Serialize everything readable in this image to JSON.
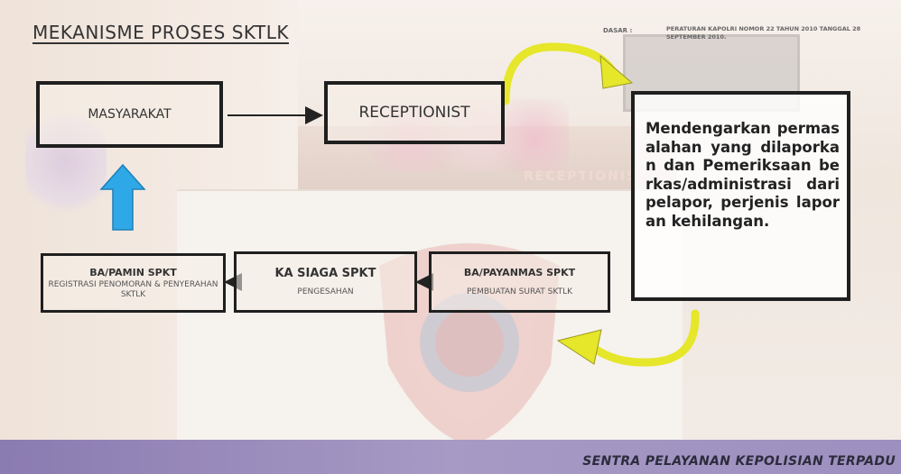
{
  "slide": {
    "title": "MEKANISME PROSES SKTLK",
    "dasar_label": "DASAR :",
    "dasar_text": "PERATURAN KAPOLRI NOMOR 22 TAHUN 2010 TANGGAL 28 SEPTEMBER 2010.",
    "footer": "SENTRA PELAYANAN KEPOLISIAN TERPADU",
    "background_sign": "RECEPTIONIST"
  },
  "flow": {
    "masyarakat": "MASYARAKAT",
    "receptionist": "RECEPTIONIST",
    "info_text": "Mendengarkan permasalahan yang dilaporkan dan Pemeriksaan berkas/administrasi dari pelapor, perjenis laporan kehilangan.",
    "ba_payanmas": {
      "title": "BA/PAYANMAS SPKT",
      "sub": "PEMBUATAN SURAT SKTLK"
    },
    "ka_siaga": {
      "title": "KA SIAGA SPKT",
      "sub": "PENGESAHAN"
    },
    "ba_pamin": {
      "title": "BA/PAMIN SPKT",
      "sub": "REGISTRASI PENOMORAN & PENYERAHAN SKTLK"
    }
  },
  "colors": {
    "box_border": "#1f1f1f",
    "up_arrow": "#2fa8e8",
    "curved_arrow": "#ecec2a",
    "footer": "#9d8fbf"
  }
}
